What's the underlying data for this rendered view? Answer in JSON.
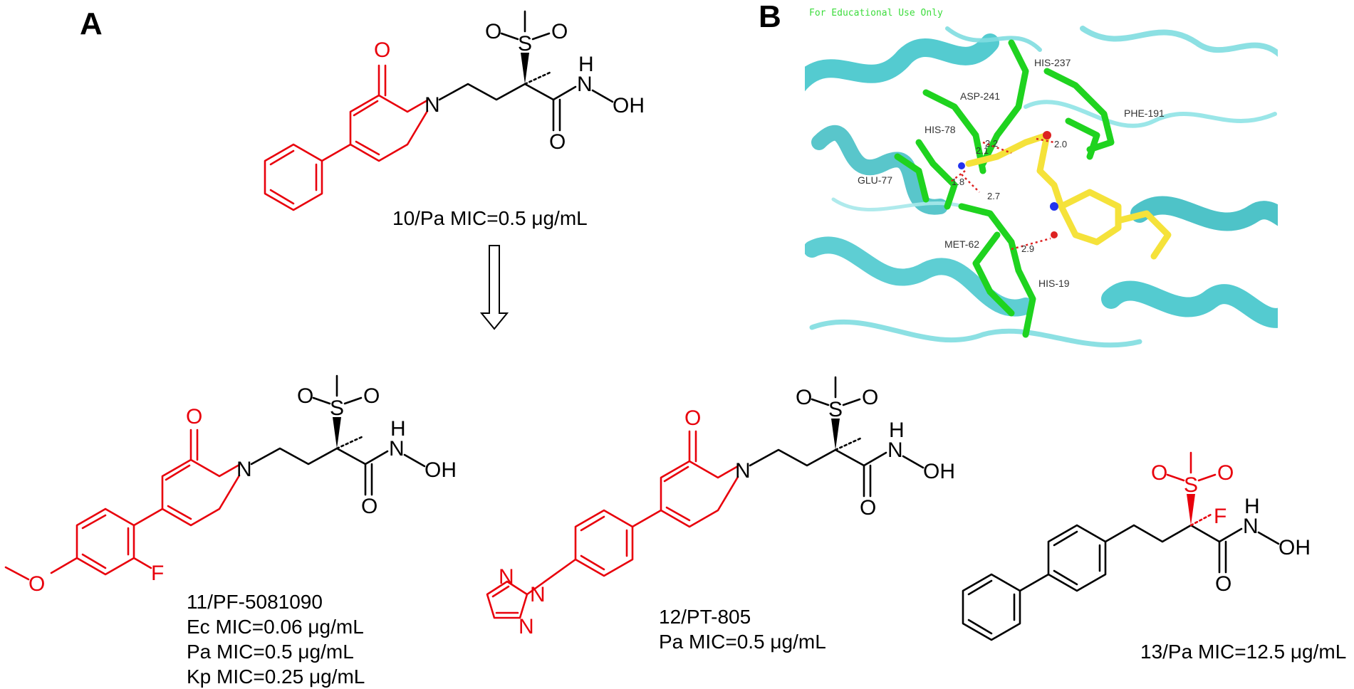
{
  "panels": {
    "a_label": "A",
    "b_label": "B"
  },
  "compounds": [
    {
      "id": "compound-10",
      "caption_lines": [
        "10/Pa MIC=0.5 μg/mL"
      ]
    },
    {
      "id": "compound-11",
      "caption_lines": [
        "11/PF-5081090",
        "Ec MIC=0.06 μg/mL",
        "Pa MIC=0.5 μg/mL",
        "Kp MIC=0.25 μg/mL"
      ]
    },
    {
      "id": "compound-12",
      "caption_lines": [
        "12/PT-805",
        "Pa MIC=0.5 μg/mL"
      ]
    },
    {
      "id": "compound-13",
      "caption_lines": [
        "13/Pa MIC=12.5 μg/mL"
      ]
    }
  ],
  "atoms": {
    "O": "O",
    "S": "S",
    "N": "N",
    "H": "H",
    "OH": "OH",
    "F": "F"
  },
  "docking": {
    "watermark": "For Educational Use Only",
    "residues": [
      "HIS-237",
      "ASP-241",
      "PHE-191",
      "HIS-78",
      "GLU-77",
      "MET-62",
      "HIS-19"
    ],
    "distances": [
      "2.2",
      "2.0",
      "2.1",
      "1.8",
      "2.7",
      "2.9"
    ]
  },
  "colors": {
    "highlight": "#e8000b",
    "protein": "#36c2c8",
    "residue": "#1fd31f",
    "ligand": "#f5e23a"
  }
}
